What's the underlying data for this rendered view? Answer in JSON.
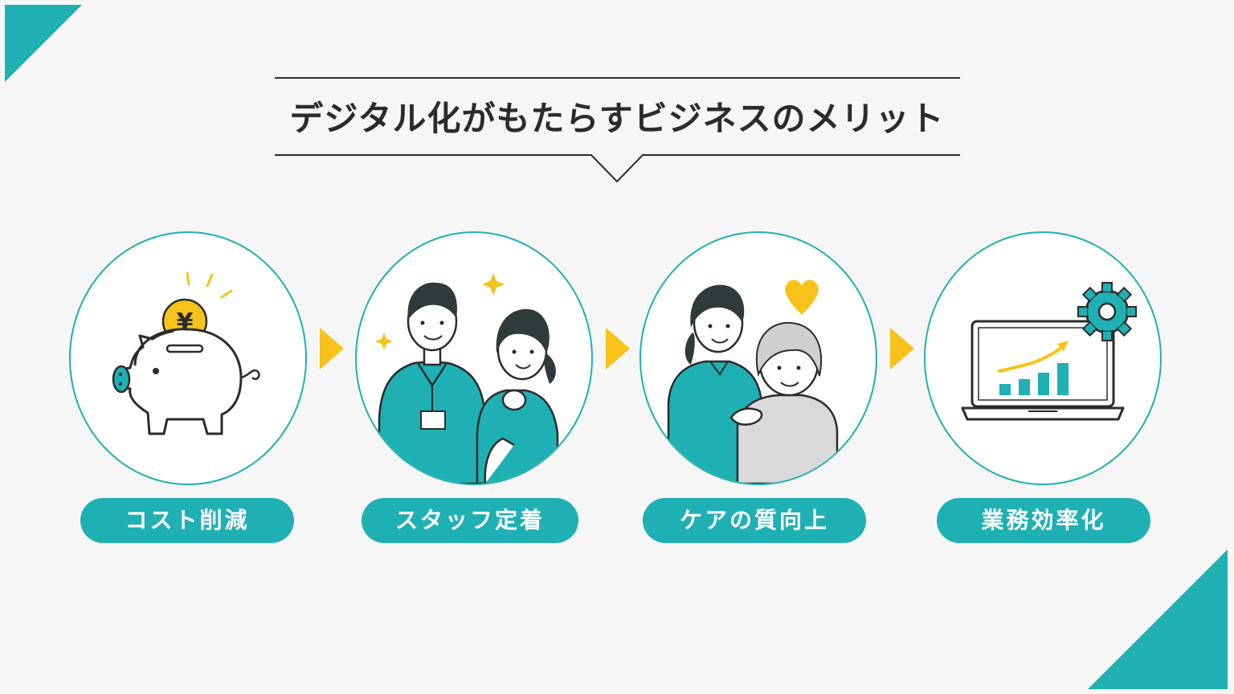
{
  "title": "デジタル化がもたらすビジネスのメリット",
  "colors": {
    "teal": "#1fb0b3",
    "yellow": "#f7c21a",
    "background": "#f6f6f6",
    "text": "#2b2b2b"
  },
  "benefits": [
    {
      "label": "コスト削減",
      "icon": "piggy-bank-yen-icon"
    },
    {
      "label": "スタッフ定着",
      "icon": "caregiver-staff-icon"
    },
    {
      "label": "ケアの質向上",
      "icon": "caregiver-elderly-icon"
    },
    {
      "label": "業務効率化",
      "icon": "laptop-growth-gear-icon"
    }
  ],
  "coin_symbol": "¥"
}
